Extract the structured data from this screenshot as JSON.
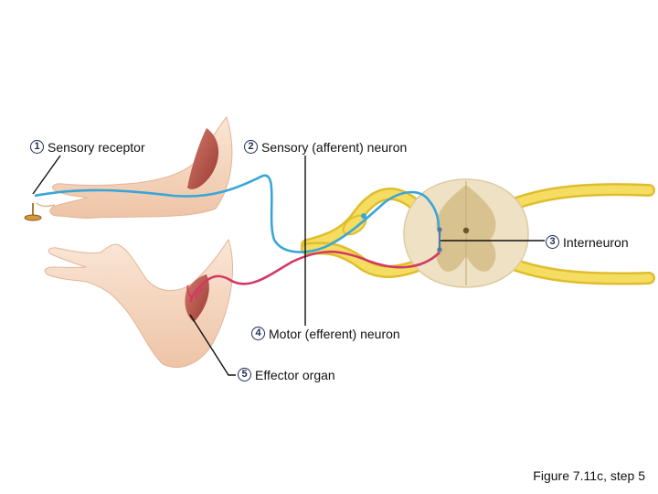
{
  "labels": [
    {
      "num": "1",
      "text": "Sensory receptor"
    },
    {
      "num": "2",
      "text": "Sensory (afferent) neuron"
    },
    {
      "num": "3",
      "text": "Interneuron"
    },
    {
      "num": "4",
      "text": "Motor (efferent) neuron"
    },
    {
      "num": "5",
      "text": "Effector organ"
    }
  ],
  "caption": "Figure 7.11c, step 5",
  "colors": {
    "sensory_neuron": "#3aa6d8",
    "motor_neuron": "#d23a63",
    "nerve": "#f2d64a",
    "skin": "#f6d7bf",
    "muscle": "#b8504a",
    "spinal_white": "#efe2c4",
    "spinal_gray": "#d8c28f",
    "label_badge": "#1e2a55"
  },
  "icons": [
    "upper-arm-icon",
    "lower-arm-icon",
    "spinal-cord-icon",
    "sensory-receptor-icon",
    "neuromuscular-junction-icon"
  ]
}
